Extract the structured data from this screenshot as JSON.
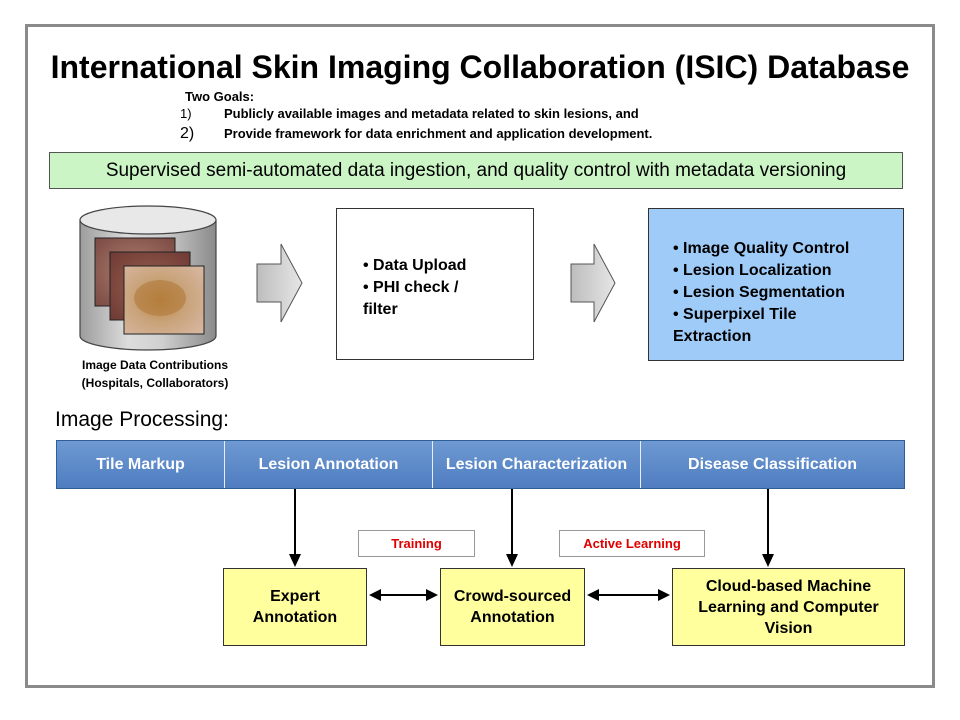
{
  "title": "International Skin Imaging Collaboration (ISIC) Database",
  "goals": {
    "heading": "Two Goals:",
    "items": [
      {
        "num": "1)",
        "text": "Publicly available images and metadata related to skin lesions, and"
      },
      {
        "num": "2)",
        "text": "Provide framework for data enrichment and application development."
      }
    ]
  },
  "banner": "Supervised semi-automated data ingestion, and quality control with metadata versioning",
  "contributions": {
    "line1": "Image Data Contributions",
    "line2": "(Hospitals, Collaborators)"
  },
  "upload_box": {
    "items": [
      "• Data Upload",
      "• PHI check /",
      "filter"
    ]
  },
  "qc_box": {
    "items": [
      "• Image Quality Control",
      "• Lesion Localization",
      "• Lesion Segmentation",
      "• Superpixel Tile",
      "Extraction"
    ]
  },
  "image_processing_label": "Image Processing:",
  "pipeline": {
    "stages": [
      "Tile Markup",
      "Lesion Annotation",
      "Lesion Characterization",
      "Disease Classification"
    ]
  },
  "tags": {
    "training": "Training",
    "active_learning": "Active Learning"
  },
  "outputs": {
    "expert": {
      "line1": "Expert",
      "line2": "Annotation"
    },
    "crowd": {
      "line1": "Crowd-sourced",
      "line2": "Annotation"
    },
    "cloud": {
      "line1": "Cloud-based Machine",
      "line2": "Learning and Computer",
      "line3": "Vision"
    }
  },
  "colors": {
    "banner_bg": "#ccf5c6",
    "qc_bg": "#9fcbf8",
    "pipeline_bg": "#5b88c8",
    "output_bg": "#ffff9e",
    "tag_text": "#e00000"
  }
}
